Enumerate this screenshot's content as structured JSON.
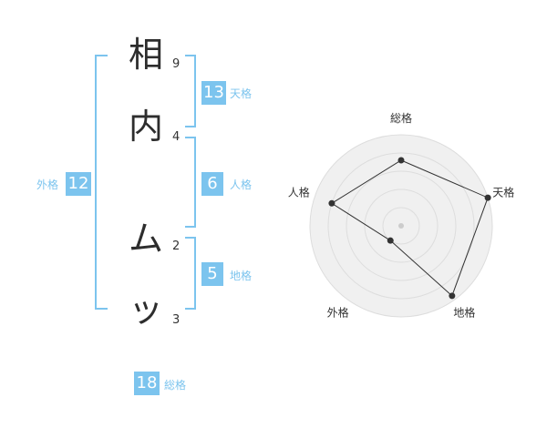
{
  "name": {
    "characters": [
      {
        "char": "相",
        "strokes": "9"
      },
      {
        "char": "内",
        "strokes": "4"
      },
      {
        "char": "ム",
        "strokes": "2"
      },
      {
        "char": "ッ",
        "strokes": "3"
      }
    ]
  },
  "scores": {
    "tenkaku": {
      "value": "13",
      "label": "天格"
    },
    "jinkaku": {
      "value": "6",
      "label": "人格"
    },
    "chikaku": {
      "value": "5",
      "label": "地格"
    },
    "gaikaku": {
      "value": "12",
      "label": "外格"
    },
    "soukaku": {
      "value": "18",
      "label": "総格"
    }
  },
  "colors": {
    "accent": "#7cc4ee",
    "char_text": "#2d2d2d",
    "radar_fill": "#f0f0f0",
    "radar_ring": "#dddddd",
    "radar_line": "#333333"
  },
  "chart_data": {
    "type": "radar",
    "axes": [
      "総格",
      "天格",
      "地格",
      "外格",
      "人格"
    ],
    "values": [
      0.72,
      1.0,
      0.95,
      0.2,
      0.8
    ],
    "max": 1.0
  }
}
